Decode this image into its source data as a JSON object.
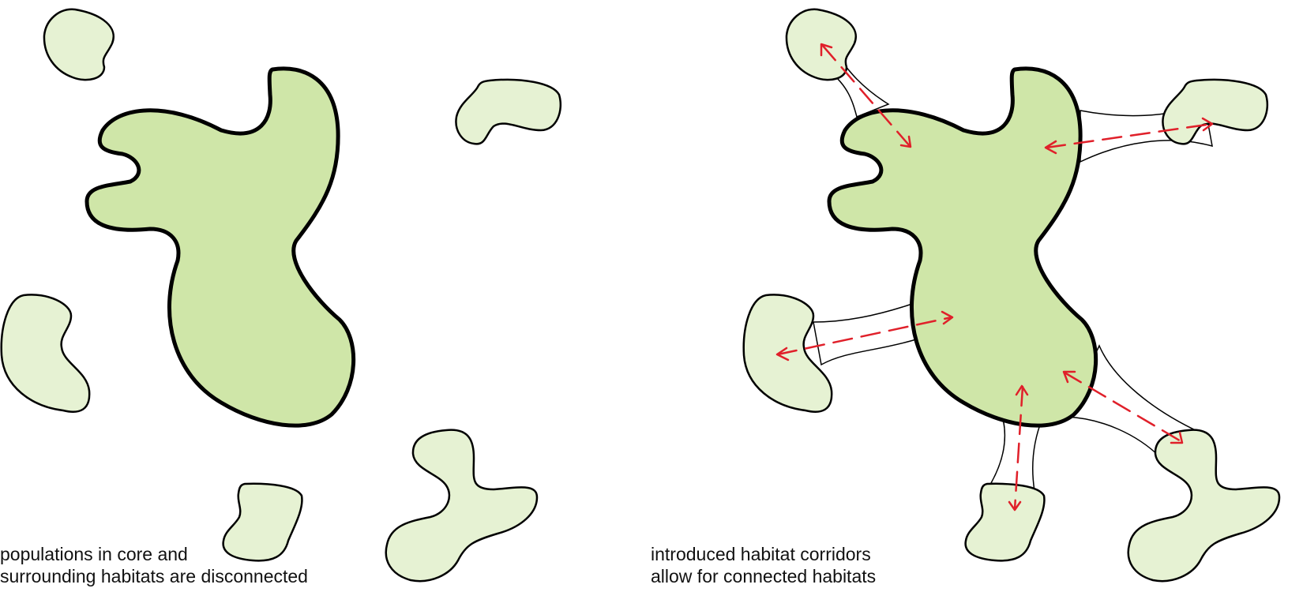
{
  "colors": {
    "core_fill": "#cfe6a8",
    "patch_fill": "#e6f2d3",
    "outline": "#000000",
    "corridor_fill": "#ffffff",
    "arrow": "#e0202a"
  },
  "panels": {
    "left": {
      "caption_line1": "populations in core and",
      "caption_line2": "surrounding habitats are disconnected"
    },
    "right": {
      "caption_line1": "introduced habitat corridors",
      "caption_line2": "allow for connected habitats"
    }
  }
}
